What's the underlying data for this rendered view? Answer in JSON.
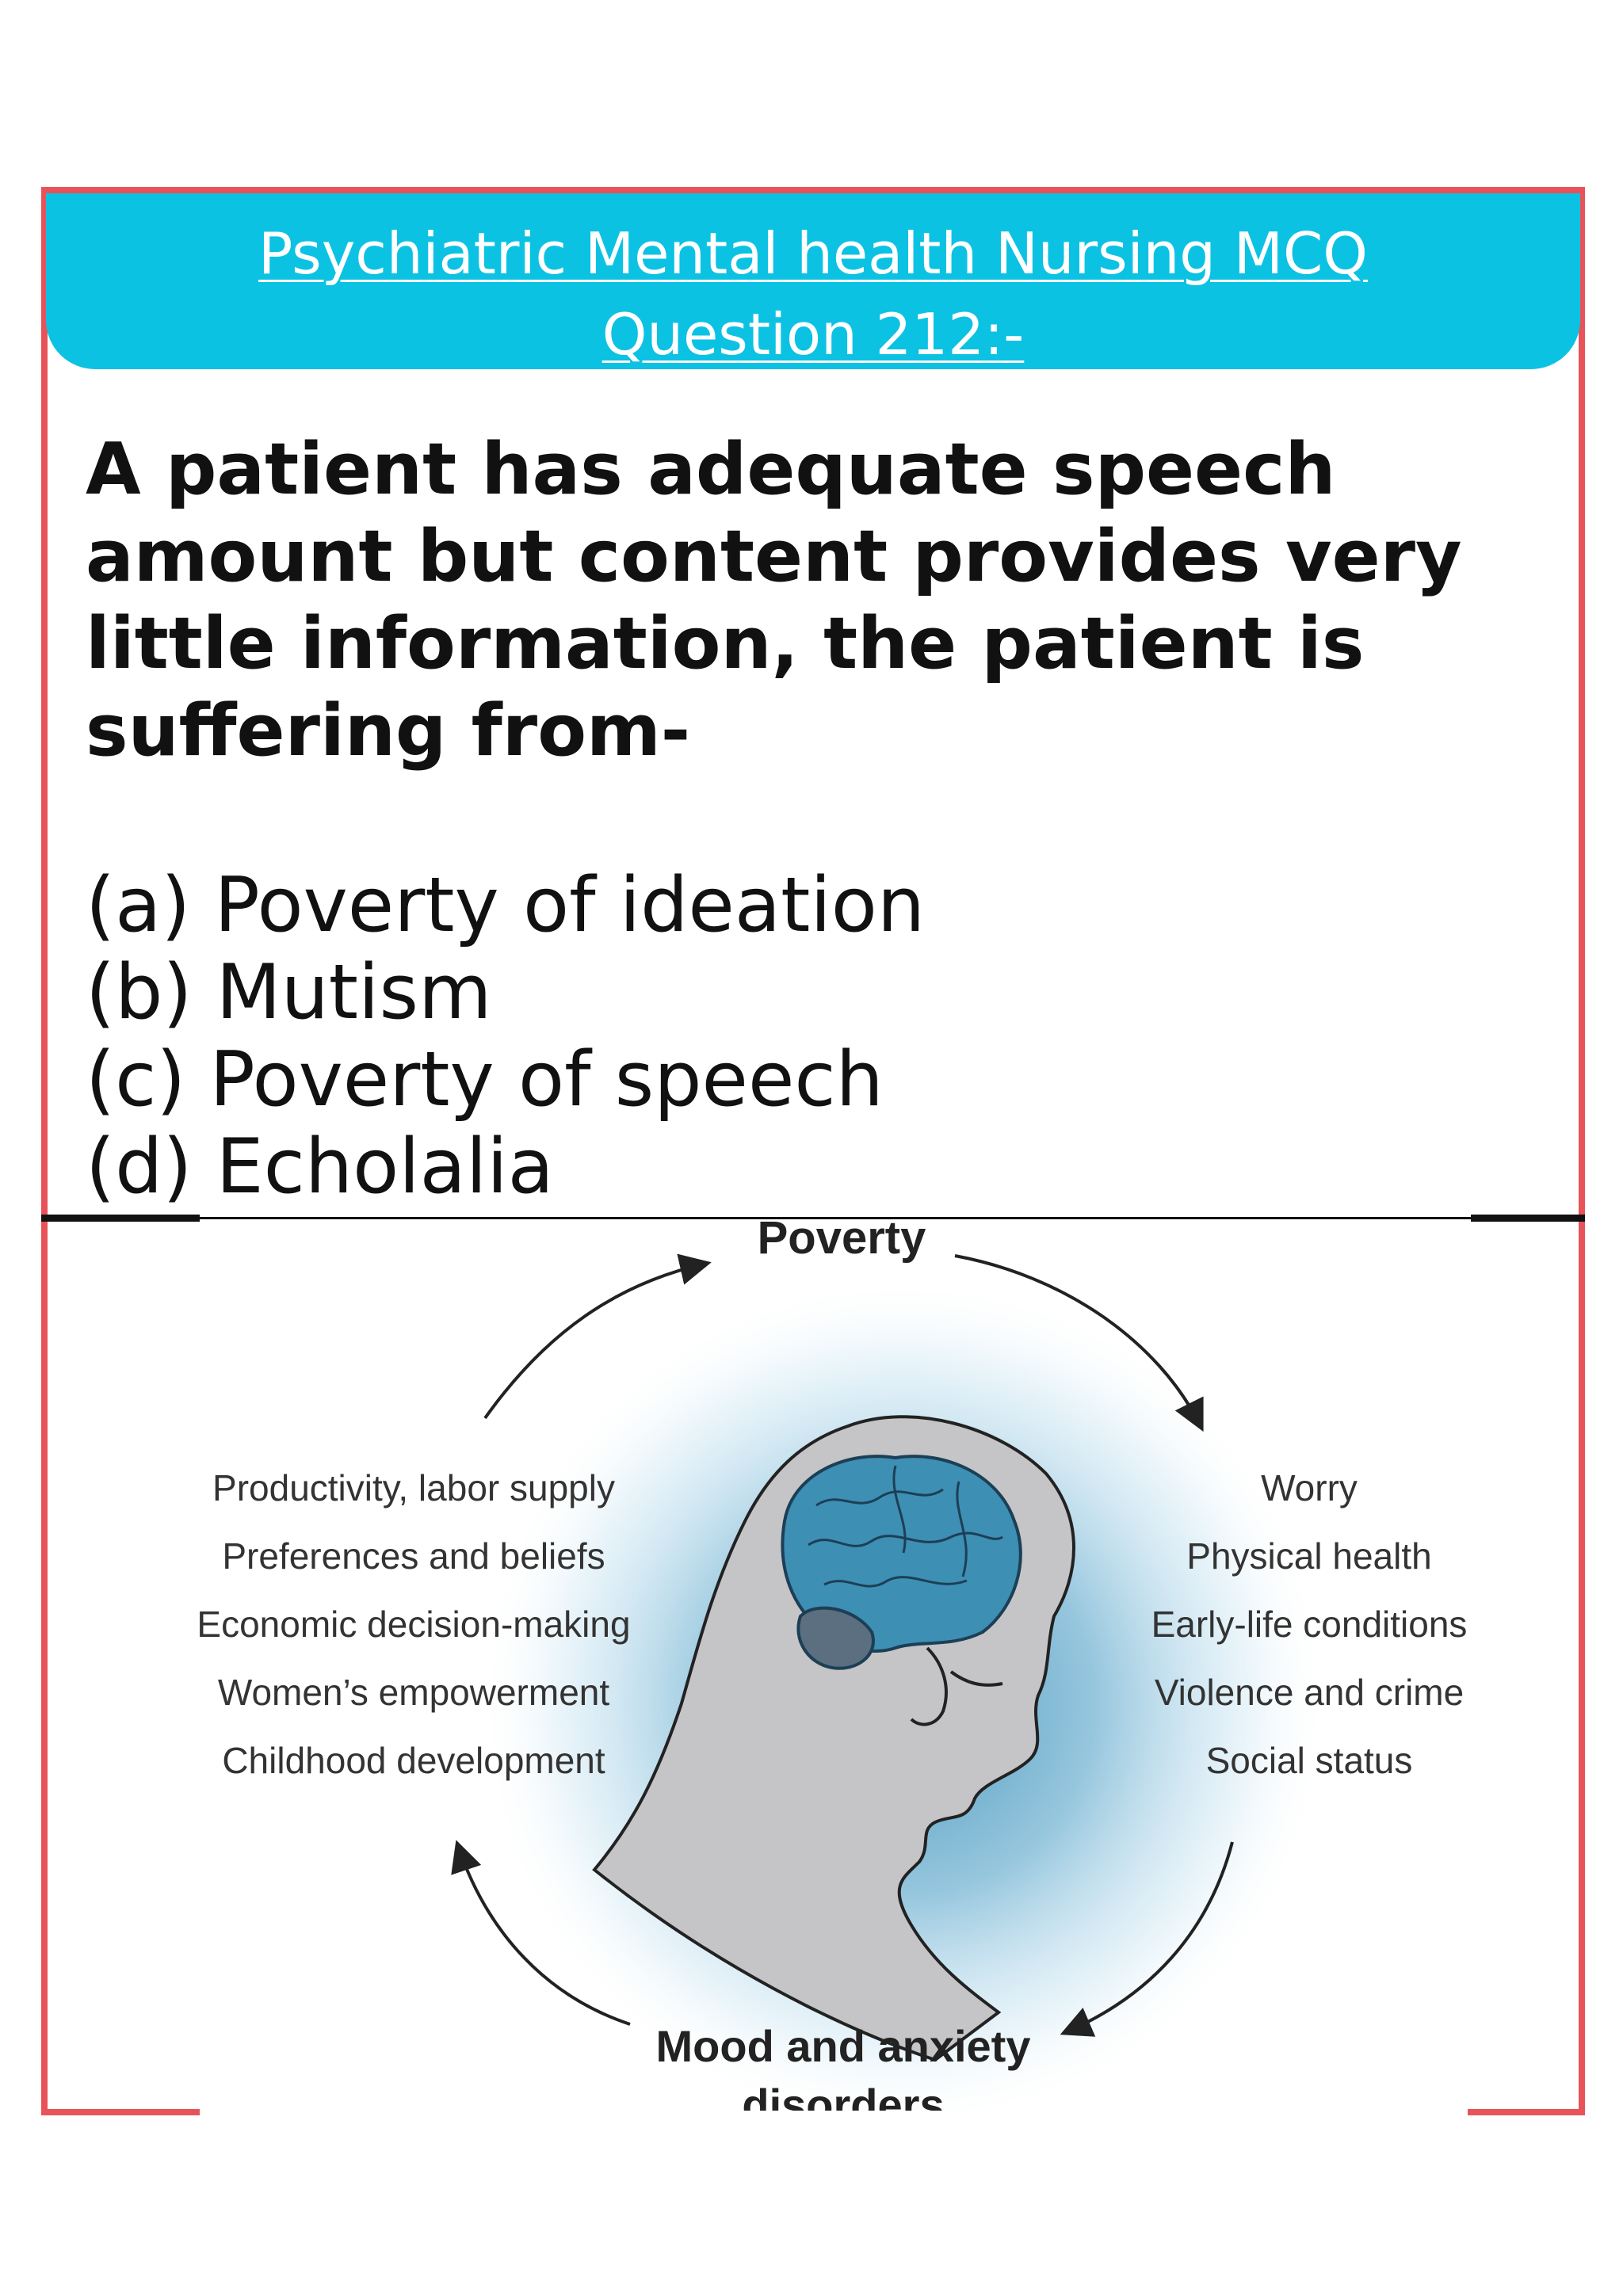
{
  "header": {
    "title": "Psychiatric Mental health Nursing MCQ",
    "subtitle": "Question 212:-"
  },
  "question": {
    "text": "A patient has adequate speech amount but content provides very little information, the patient is suffering from-"
  },
  "options": [
    {
      "text": "(a) Poverty of ideation"
    },
    {
      "text": "(b) Mutism"
    },
    {
      "text": "(c) Poverty of speech"
    },
    {
      "text": "(d) Echolalia"
    }
  ],
  "diagram": {
    "top_label": "Poverty",
    "bottom_label_line1": "Mood and anxiety",
    "bottom_label_line2": "disorders",
    "left_items": [
      "Productivity, labor supply",
      "Preferences and beliefs",
      "Economic decision-making",
      "Women’s empowerment",
      "Childhood development"
    ],
    "right_items": [
      "Worry",
      "Physical health",
      "Early-life conditions",
      "Violence and crime",
      "Social status"
    ]
  },
  "colors": {
    "accent": "#0cc2e3",
    "frame": "#e8535a",
    "brain": "#3d8fb4",
    "head": "#c4c4c6"
  }
}
